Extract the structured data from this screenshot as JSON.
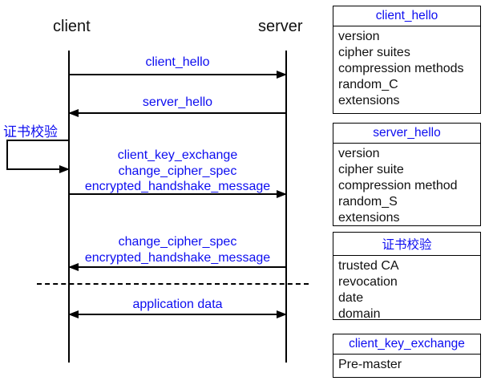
{
  "colors": {
    "accent_blue": "#0d0df0",
    "line_black": "#000000"
  },
  "diagram": {
    "actors": [
      {
        "label": "client"
      },
      {
        "label": "server"
      }
    ],
    "messages": [
      {
        "lines": [
          "client_hello"
        ],
        "direction": "client-to-server"
      },
      {
        "lines": [
          "server_hello"
        ],
        "direction": "server-to-client"
      },
      {
        "lines": [
          "client_key_exchange",
          "change_cipher_spec",
          "encrypted_handshake_message"
        ],
        "direction": "client-to-server"
      },
      {
        "lines": [
          "change_cipher_spec",
          "encrypted_handshake_message"
        ],
        "direction": "server-to-client"
      },
      {
        "lines": [
          "application data"
        ],
        "direction": "bidirectional"
      }
    ],
    "client_self_action_label": "证书校验"
  },
  "info_boxes": [
    {
      "title": "client_hello",
      "items": [
        "version",
        "cipher suites",
        "compression methods",
        "random_C",
        "extensions"
      ]
    },
    {
      "title": "server_hello",
      "items": [
        "version",
        "cipher suite",
        "compression method",
        "random_S",
        "extensions"
      ]
    },
    {
      "title": "证书校验",
      "items": [
        "trusted CA",
        "revocation",
        "date",
        "domain"
      ]
    },
    {
      "title": "client_key_exchange",
      "items": [
        "Pre-master"
      ]
    }
  ]
}
